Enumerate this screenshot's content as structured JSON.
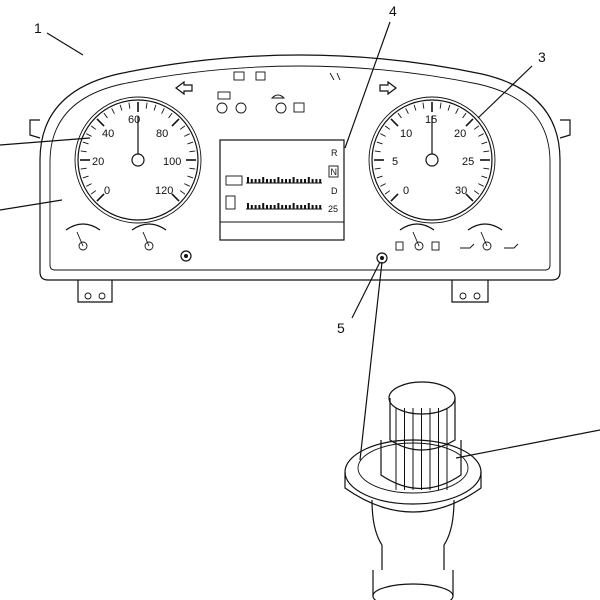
{
  "callouts": [
    {
      "id": "c1",
      "text": "1"
    },
    {
      "id": "c3",
      "text": "3"
    },
    {
      "id": "c4",
      "text": "4"
    },
    {
      "id": "c5",
      "text": "5"
    }
  ],
  "speedometer": {
    "ticks": [
      "0",
      "20",
      "40",
      "60",
      "80",
      "100",
      "120"
    ],
    "min": 0,
    "max": 120,
    "needle_value": 60
  },
  "tachometer": {
    "ticks": [
      "0",
      "5",
      "10",
      "15",
      "20",
      "25",
      "30"
    ],
    "min": 0,
    "max": 30,
    "needle_value": 15
  },
  "display": {
    "gears": [
      "R",
      "N",
      "D"
    ],
    "odometer": "25"
  },
  "colors": {
    "ink": "#111111",
    "paper": "#ffffff"
  }
}
